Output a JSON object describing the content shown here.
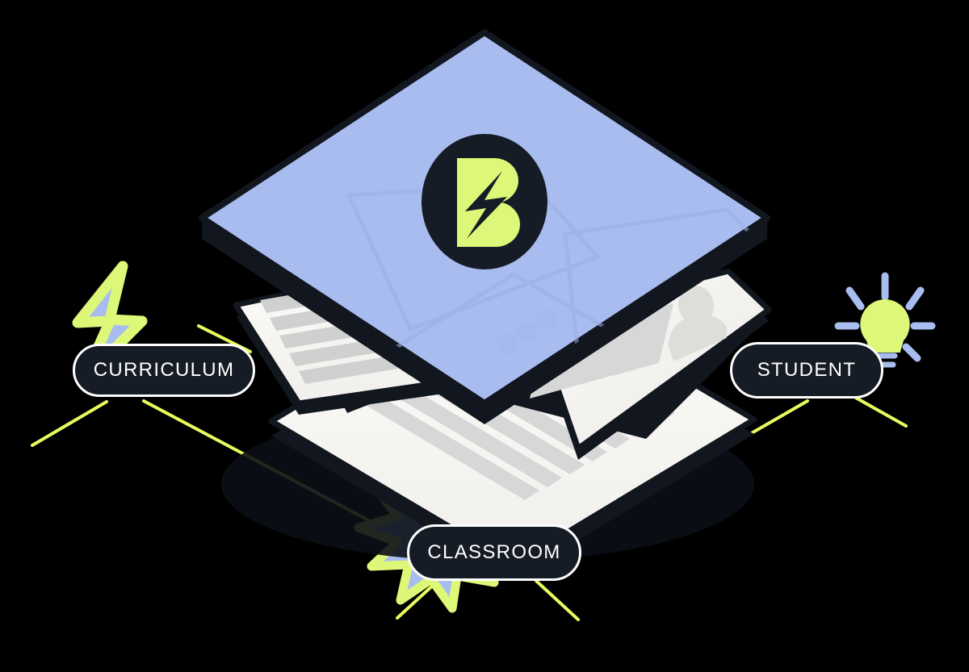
{
  "illustration": {
    "title": "Isometric education platform layers diagram",
    "background_color": "#000000"
  },
  "palette": {
    "dark_navy": "#161c26",
    "deep_ink": "#11161f",
    "periwinkle_blue": "#a9bcef",
    "periwinkle_blue_light": "#b7c7f2",
    "lime_green": "#ddf878",
    "lime_line": "#e9fb5e",
    "paper_white": "#fbfaf7",
    "paper_shade": "#efeeea",
    "paper_line_gray": "#d7d7d7",
    "paper_line_gray_dark": "#cfcfcf",
    "white": "#ffffff"
  },
  "brand": {
    "logo_name": "b-bolt-logo",
    "logo_letter": "B",
    "logo_mark": "lightning-bolt",
    "circle_color": "#161c26",
    "letter_color": "#ddf878"
  },
  "nodes": [
    {
      "id": "curriculum",
      "label": "CURRICULUM",
      "icon": "lightning-bolt-icon",
      "icon_fill": "#a9bcef",
      "icon_stroke": "#ddf878",
      "position": "left"
    },
    {
      "id": "student",
      "label": "STUDENT",
      "icon": "lightbulb-icon",
      "icon_fill": "#ddf878",
      "icon_stroke": "#a9bcef",
      "position": "right"
    },
    {
      "id": "classroom",
      "label": "CLASSROOM",
      "icon": "starburst-icon",
      "icon_fill": "#a9bcef",
      "icon_stroke": "#ddf878",
      "position": "bottom"
    }
  ],
  "layers": [
    {
      "id": "top-card",
      "name": "blue-platform-card",
      "fill": "#a9bcef",
      "edge": "#11161f",
      "contains_logo": true
    },
    {
      "id": "sheet-left",
      "name": "document-sheet-left",
      "fill": "#fbfaf7",
      "line_count": 7
    },
    {
      "id": "sheet-right",
      "name": "document-sheet-right",
      "fill": "#fbfaf7",
      "line_count": 5,
      "has_avatar": true,
      "avatar_name": "person-avatar-icon"
    },
    {
      "id": "sheet-bottom",
      "name": "document-sheet-bottom",
      "fill": "#fbfaf7",
      "line_count": 7
    }
  ],
  "connectors": [
    {
      "from": "curriculum",
      "to": "classroom",
      "color": "#e9fb5e"
    },
    {
      "from": "classroom",
      "to": "student",
      "color": "#e9fb5e"
    }
  ]
}
